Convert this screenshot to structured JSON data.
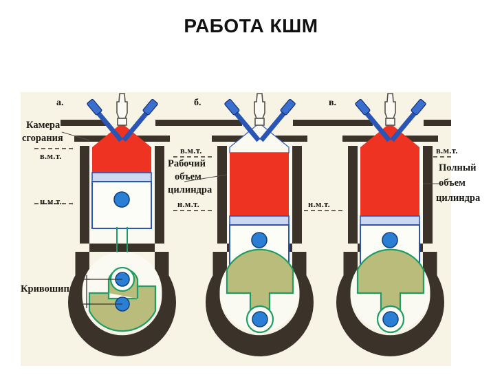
{
  "slide": {
    "title": "РАБОТА КШМ",
    "background": "#ffffff",
    "figure_background": "#f7f4e6"
  },
  "colors": {
    "red_charge": "#ee3322",
    "blue_valve": "#2a55b4",
    "blue_pin": "#2a7fd4",
    "green_rod": "#1f9d63",
    "olive_crank": "#b9bc7a",
    "dark_metal": "#3b3229",
    "text": "#1a1a14"
  },
  "panels": [
    {
      "id": "panel-a",
      "letter": "а.",
      "state": "piston at top dead centre, combustion chamber volume shown in red",
      "labels": [
        {
          "name": "combustion-chamber-label",
          "text_lines": [
            "Камера",
            "сгорания"
          ]
        },
        {
          "name": "tdc-label",
          "text": "в.м.т."
        },
        {
          "name": "bdc-label",
          "text": "н.м.т."
        },
        {
          "name": "crank-label",
          "text": "Кривошип"
        }
      ]
    },
    {
      "id": "panel-b",
      "letter": "б.",
      "state": "piston at bottom dead centre, working volume of cylinder shown in red",
      "labels": [
        {
          "name": "tdc-label",
          "text": "в.м.т."
        },
        {
          "name": "working-volume-label",
          "text_lines": [
            "Рабочий",
            "объем",
            "цилиндра"
          ]
        },
        {
          "name": "bdc-label",
          "text": "н.м.т."
        }
      ]
    },
    {
      "id": "panel-c",
      "letter": "в.",
      "state": "piston at bottom dead centre, total volume of cylinder shown in red",
      "labels": [
        {
          "name": "tdc-label",
          "text": "в.м.т."
        },
        {
          "name": "total-volume-label",
          "text_lines": [
            "Полный",
            "объем",
            "цилиндра"
          ]
        },
        {
          "name": "bdc-label",
          "text": "н.м.т."
        }
      ]
    }
  ],
  "text": {
    "a_letter": "а.",
    "b_letter": "б.",
    "c_letter": "в.",
    "kamera": "Камера",
    "sgoraniya": "сгорания",
    "vmt": "в.м.т.",
    "nmt": "н.м.т.",
    "krivoship": "Кривошип",
    "rabochiy": "Рабочий",
    "obyem": "объем",
    "cilindra": "цилиндра",
    "vmt2": "в.м.т.",
    "nmt2": "н.м.т.",
    "vmt3": "в.м.т.",
    "nmt3": "н.м.т.",
    "polnyy": "Полный",
    "obyem3": "объем",
    "cilindra3": "цилиндра"
  }
}
